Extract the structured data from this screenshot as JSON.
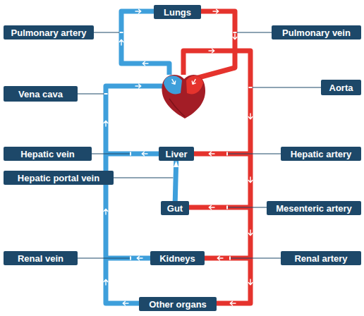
{
  "diagram": {
    "nodes": [
      {
        "text": [
          "Lungs"
        ]
      },
      {
        "text": [
          "Pulmonary artery"
        ]
      },
      {
        "text": [
          "Pulmonary vein"
        ]
      },
      {
        "text": [
          "Vena cava"
        ]
      },
      {
        "text": [
          "Aorta"
        ]
      },
      {
        "text": [
          "Hepatic vein"
        ]
      },
      {
        "text": [
          "Liver"
        ]
      },
      {
        "text": [
          "Hepatic artery"
        ]
      },
      {
        "text": [
          "Hepatic portal vein"
        ]
      },
      {
        "text": [
          "Gut"
        ]
      },
      {
        "text": [
          "Mesenteric artery"
        ]
      },
      {
        "text": [
          "Renal vein"
        ]
      },
      {
        "text": [
          "Kidneys"
        ]
      },
      {
        "text": [
          "Renal artery"
        ]
      },
      {
        "text": [
          "Other organs"
        ]
      }
    ],
    "edges": [
      {
        "from": 9,
        "to": 6,
        "arrow": "to"
      }
    ]
  }
}
